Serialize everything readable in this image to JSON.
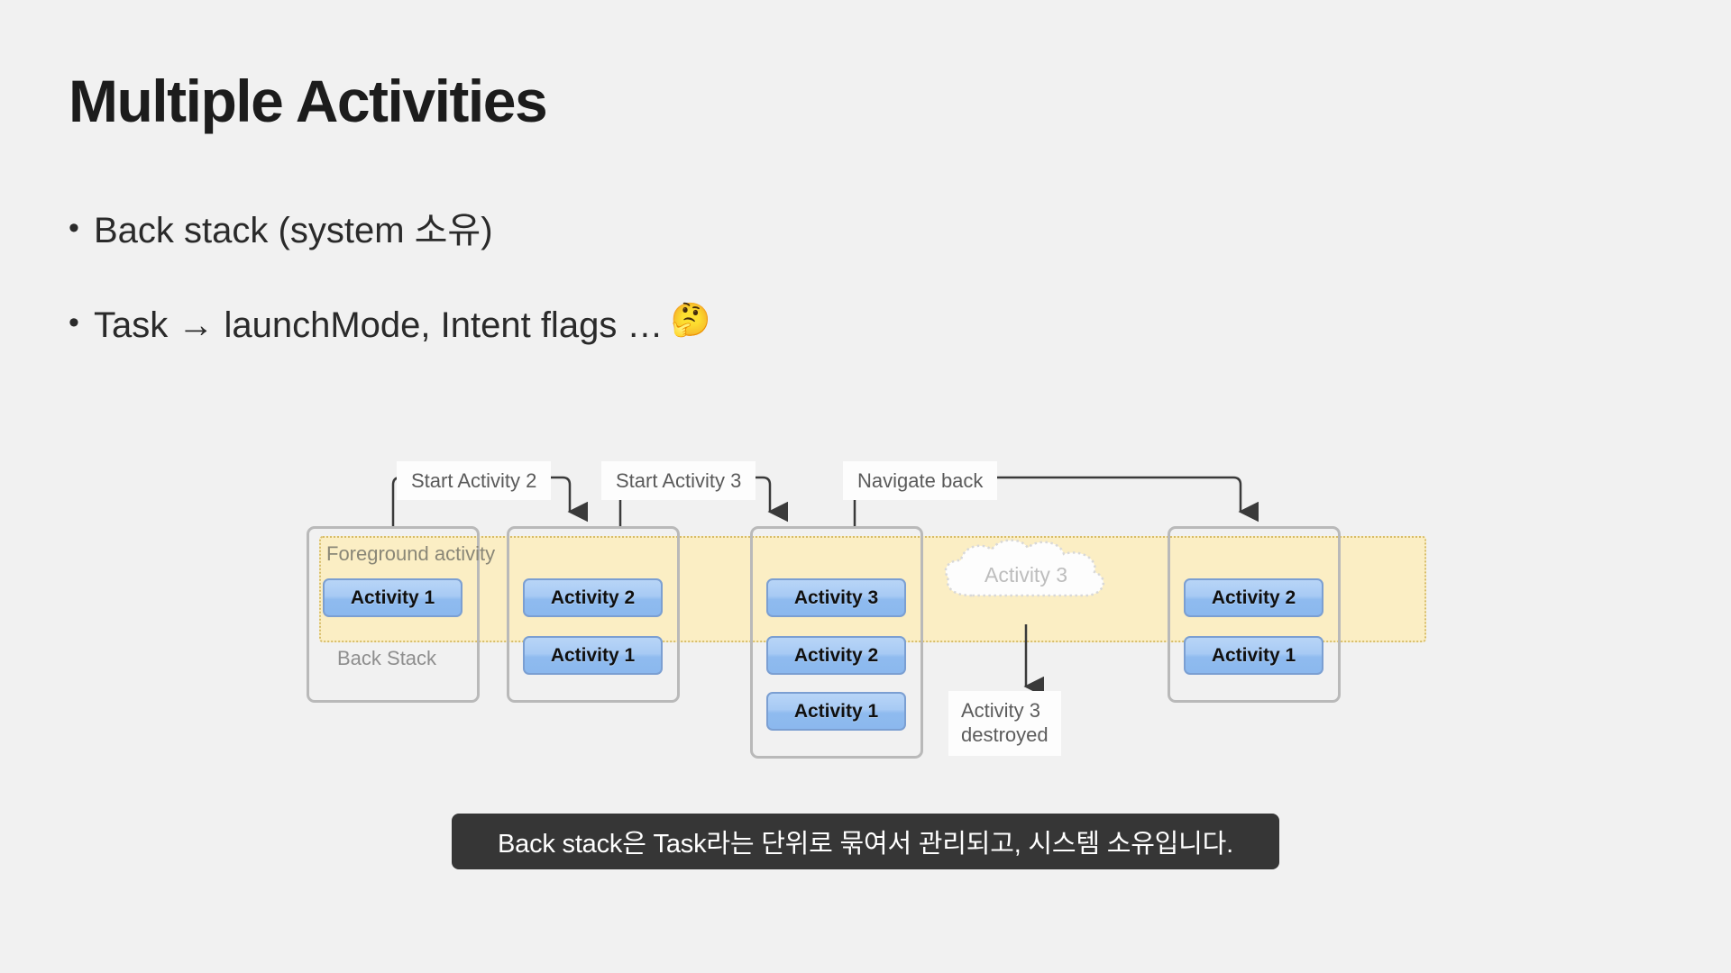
{
  "slide": {
    "background_color": "#f1f1f1",
    "title": "Multiple Activities",
    "bullets": [
      {
        "marker": "•",
        "text": "Back stack (system 소유)",
        "emoji": ""
      },
      {
        "marker": "•",
        "text": "Task → launchMode, Intent flags …",
        "emoji": "🤔"
      }
    ]
  },
  "diagram": {
    "foreground_strip": {
      "fill": "#fbeec4",
      "border_color": "#d7bd6b",
      "border_style": "dotted"
    },
    "chip_style": {
      "fill_top": "#b8d5f7",
      "fill_bottom": "#8bb8ee",
      "border": "#7b9fd2"
    },
    "stack_border_color": "#b9b9b9",
    "stacks": [
      {
        "name": "stack-1",
        "foreground_caption": "Foreground activity",
        "back_stack_caption": "Back Stack",
        "chips": [
          "Activity 1"
        ]
      },
      {
        "name": "stack-2",
        "foreground_caption": "",
        "back_stack_caption": "",
        "chips": [
          "Activity 2",
          "Activity 1"
        ]
      },
      {
        "name": "stack-3",
        "foreground_caption": "",
        "back_stack_caption": "",
        "chips": [
          "Activity 3",
          "Activity 2",
          "Activity 1"
        ]
      },
      {
        "name": "stack-4",
        "foreground_caption": "",
        "back_stack_caption": "",
        "chips": [
          "Activity 2",
          "Activity 1"
        ]
      }
    ],
    "connectors": [
      {
        "name": "start-activity-2",
        "label": "Start Activity 2"
      },
      {
        "name": "start-activity-3",
        "label": "Start Activity 3"
      },
      {
        "name": "navigate-back",
        "label": "Navigate back"
      }
    ],
    "destroyed_cloud": {
      "label": "Activity 3",
      "text_color": "#bdbdbd"
    },
    "destroyed_note": {
      "line_1": "Activity 3",
      "line_2": "destroyed"
    }
  },
  "caption": {
    "text": "Back stack은 Task라는 단위로 묶여서 관리되고, 시스템 소유입니다.",
    "background_color": "#363636",
    "text_color": "#ffffff"
  }
}
